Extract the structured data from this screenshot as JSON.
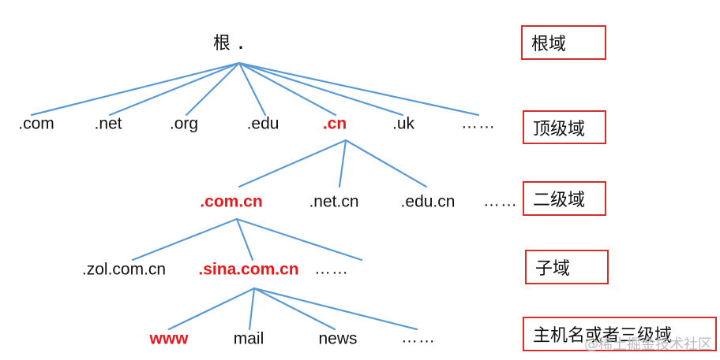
{
  "tree": {
    "root": [
      "根",
      "."
    ],
    "level1": [
      ".com",
      ".net",
      ".org",
      ".edu",
      ".cn",
      ".uk",
      "……"
    ],
    "level2": [
      ".com.cn",
      ".net.cn",
      ".edu.cn",
      "……"
    ],
    "level3": [
      ".zol.com.cn",
      ".sina.com.cn",
      "……"
    ],
    "level4": [
      "www",
      "mail",
      "news",
      "……"
    ],
    "highlight_color": "#e8191c",
    "edge_color": "#5b9bd5",
    "box_border_color": "#d32f2f"
  },
  "level_labels": [
    "根域",
    "顶级域",
    "二级域",
    "子域",
    "主机名或者三级域"
  ],
  "watermark": "@稀土掘金技术社区"
}
